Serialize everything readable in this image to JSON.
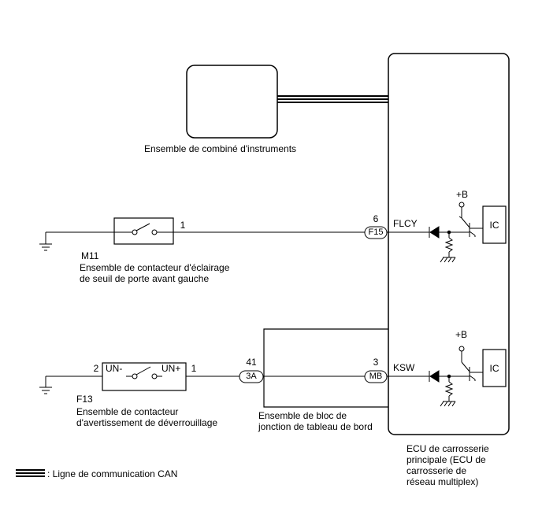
{
  "components": {
    "instrument_cluster": {
      "label": "Ensemble de combiné d'instruments"
    },
    "courtesy_switch": {
      "code": "M11",
      "label_line1": "Ensemble de contacteur d'éclairage",
      "label_line2": "de seuil de porte avant gauche",
      "pin": "1"
    },
    "unlock_warning_switch": {
      "code": "F13",
      "label_line1": "Ensemble de contacteur",
      "label_line2": "d'avertissement de déverrouillage",
      "pin_left": "2",
      "pin_right": "1",
      "terminal_left": "UN-",
      "terminal_right": "UN+"
    },
    "junction_block": {
      "label_line1": "Ensemble de bloc de",
      "label_line2": "jonction de tableau de bord",
      "pin": "41",
      "connector": "3A"
    },
    "body_ecu": {
      "label_line1": "ECU de carrosserie",
      "label_line2": "principale (ECU de",
      "label_line3": "carrosserie de",
      "label_line4": "réseau multiplex)",
      "flcy": {
        "pin": "6",
        "connector": "F15",
        "terminal": "FLCY",
        "supply": "+B",
        "ic": "IC"
      },
      "ksw": {
        "pin": "3",
        "connector": "MB",
        "terminal": "KSW",
        "supply": "+B",
        "ic": "IC"
      }
    }
  },
  "legend": {
    "label": ": Ligne de communication CAN"
  }
}
